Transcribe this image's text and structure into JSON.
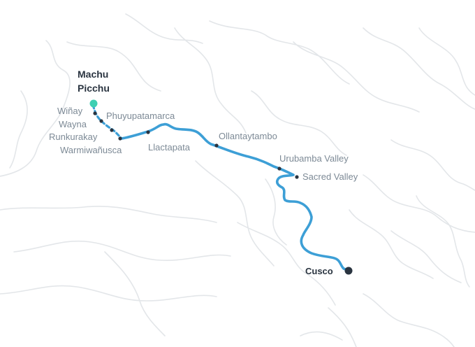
{
  "map": {
    "colors": {
      "background": "#ffffff",
      "terrain_lines": "#e2e5e8",
      "route": "#3d9fd6",
      "stop_dot": "#2a3440",
      "destination_dot": "#3ecfb2",
      "label_gray": "#7d8a96",
      "label_dark": "#2a3440"
    },
    "places": {
      "destination": {
        "line1": "Machu",
        "line2": "Picchu"
      },
      "winay": "Wiñay",
      "wayna": "Wayna",
      "runkurakay": "Runkurakay",
      "warmiwanusca": "Warmiwañusca",
      "phuyupatamarca": "Phuyupatamarca",
      "llactapata": "Llactapata",
      "ollantaytambo": "Ollantaytambo",
      "urubamba_valley": "Urubamba Valley",
      "sacred_valley": "Sacred Valley",
      "origin": "Cusco"
    }
  }
}
